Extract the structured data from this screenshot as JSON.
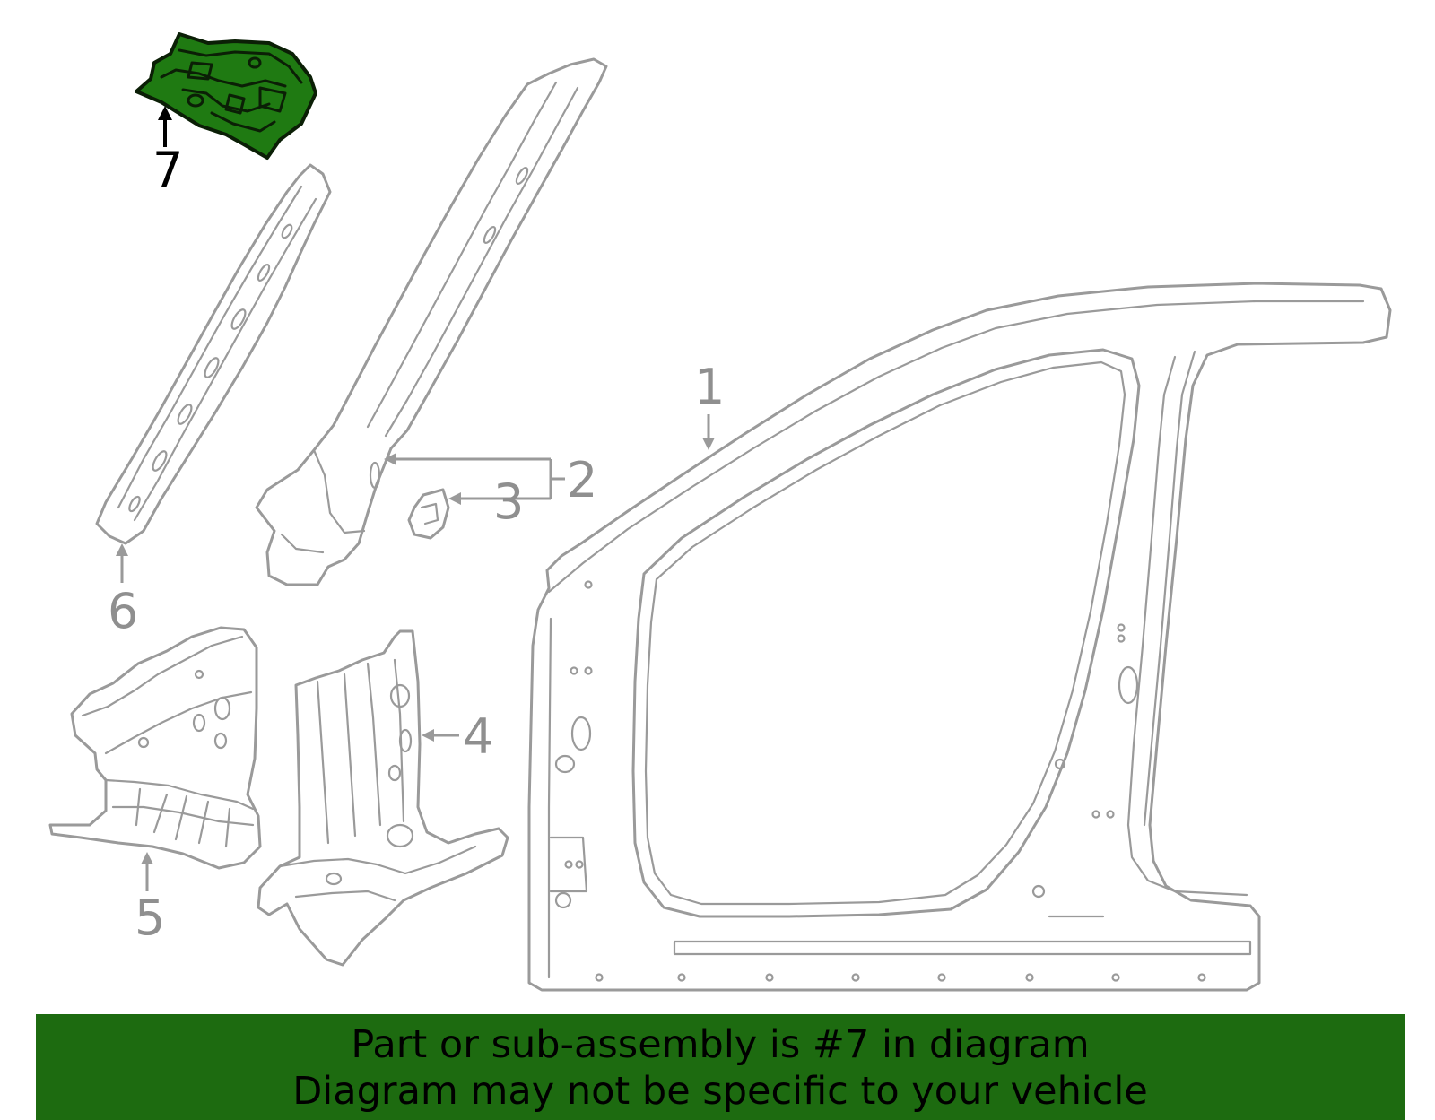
{
  "diagram": {
    "callouts": [
      {
        "number": "1",
        "highlighted": false
      },
      {
        "number": "2",
        "highlighted": false
      },
      {
        "number": "3",
        "highlighted": false
      },
      {
        "number": "4",
        "highlighted": false
      },
      {
        "number": "5",
        "highlighted": false
      },
      {
        "number": "6",
        "highlighted": false
      },
      {
        "number": "7",
        "highlighted": true
      }
    ],
    "colors": {
      "part_outline": "#9a9a9a",
      "highlight_fill": "#1f7a12",
      "banner_bg": "#1d6b10"
    }
  },
  "banner": {
    "line1": "Part or sub-assembly is #7 in diagram",
    "line2": "Diagram may not be specific to your vehicle"
  }
}
